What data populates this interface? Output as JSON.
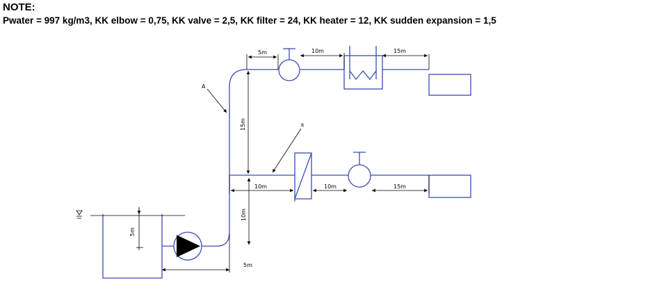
{
  "note": {
    "title": "NOTE:",
    "text": "Pwater = 997 kg/m3, KK elbow = 0,75, KK valve = 2,5, KK filter = 24, KK heater = 12, KK sudden expansion  = 1,5"
  },
  "diagram": {
    "labels": {
      "dim_top_5m": "5m",
      "dim_top_10m": "10m",
      "dim_top_15m": "15m",
      "dim_vertical_15m": "15m",
      "dim_mid_10m_a": "10m",
      "dim_mid_10m_b": "10m",
      "dim_mid_15m": "15m",
      "dim_vertical_10m": "10m",
      "dim_tank_5m": "5m",
      "dim_bottom_5m": "5m",
      "point_a": "A",
      "point_b": "B"
    },
    "colors": {
      "pipe": "#3a4cb0",
      "pump": "#000000",
      "dimension": "#000000"
    }
  }
}
